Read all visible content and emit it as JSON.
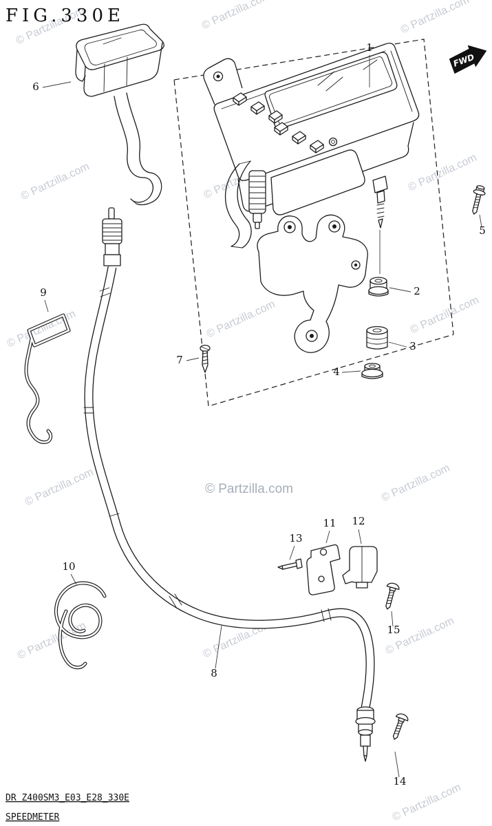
{
  "figure": {
    "title": "FIG.330E",
    "fwd_label": "FWD"
  },
  "watermark": {
    "text": "© Partzilla.com",
    "color": "#c6cbd4",
    "color_strong": "#a7aeb9"
  },
  "parts": [
    {
      "num": "1"
    },
    {
      "num": "2"
    },
    {
      "num": "3"
    },
    {
      "num": "4"
    },
    {
      "num": "5"
    },
    {
      "num": "6"
    },
    {
      "num": "7"
    },
    {
      "num": "8"
    },
    {
      "num": "9"
    },
    {
      "num": "10"
    },
    {
      "num": "11"
    },
    {
      "num": "12"
    },
    {
      "num": "13"
    },
    {
      "num": "14"
    },
    {
      "num": "15"
    }
  ],
  "footer": {
    "code": "DR Z400SM3_E03_E28_330E",
    "name": "SPEEDMETER"
  }
}
